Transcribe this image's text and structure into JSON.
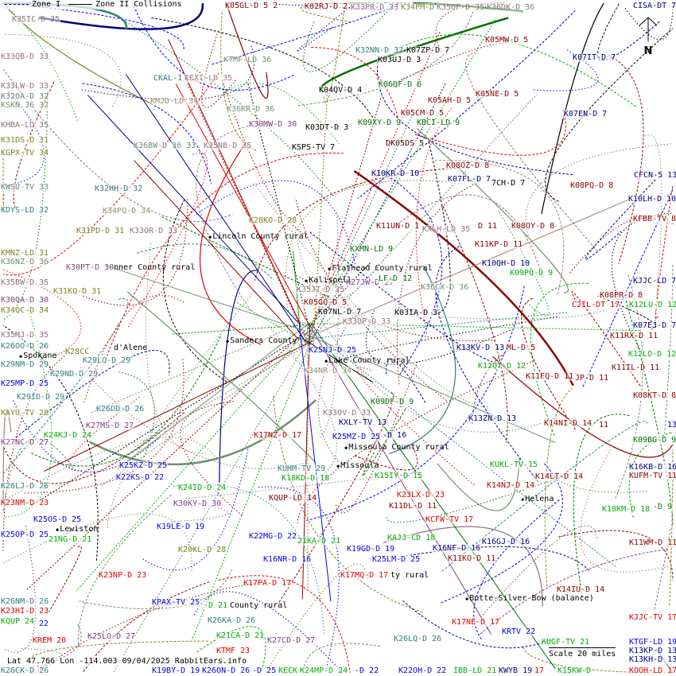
{
  "legend": {
    "zone1": "Zone I",
    "zone2": "Zone II Collisions"
  },
  "footer": "Lat 47.766 Lon -114.003 09/04/2025 RabbitEars.info",
  "scale": "Scale 20 miles",
  "compass": "N",
  "colors": {
    "darkred": "#8b0000",
    "red": "#e00000",
    "blue": "#0000ee",
    "navy": "#000080",
    "green": "#00b000",
    "darkgreen": "#007000",
    "olive": "#808020",
    "teal": "#308080",
    "purple": "#804080",
    "graygreen": "#709070",
    "mauve": "#907080",
    "black": "#000000",
    "brown": "#a08070"
  },
  "labels": [
    {
      "text": "K35IC-D 35",
      "color": "#907080"
    },
    {
      "text": "K05GL-D 5 2",
      "color": "#8b0000"
    },
    {
      "text": "K02RJ-D 2",
      "color": "#8b0000"
    },
    {
      "text": "K33QB-D 33",
      "color": "#907080"
    },
    {
      "text": "KTMF-LD 36",
      "color": "#709070"
    },
    {
      "text": "CKAL-1",
      "color": "#308080"
    },
    {
      "text": "KEXI-LD 35",
      "color": "#a08080"
    },
    {
      "text": "K33LW-D 33",
      "color": "#907080"
    },
    {
      "text": "K32OA-D 32",
      "color": "#708070"
    },
    {
      "text": "KSKN 36 32",
      "color": "#709070"
    },
    {
      "text": "KMJD-LD 34",
      "color": "#a09060"
    },
    {
      "text": "K36KR-D 36",
      "color": "#709070"
    },
    {
      "text": "K04QV-D 4",
      "color": "#000000"
    },
    {
      "text": "KHBA-LD 35",
      "color": "#907080"
    },
    {
      "text": "K30MW-D 30",
      "color": "#804080"
    },
    {
      "text": "K03DT-D 3",
      "color": "#000000"
    },
    {
      "text": "K31DS-D 31",
      "color": "#808020"
    },
    {
      "text": "K36BW-D 36 33",
      "color": "#709070"
    },
    {
      "text": "K35NB-D 35",
      "color": "#907080"
    },
    {
      "text": "KSPS-TV 7",
      "color": "#000000"
    },
    {
      "text": "KGPX-TV 34",
      "color": "#808020"
    },
    {
      "text": "KWSU-TV 33",
      "color": "#608080"
    },
    {
      "text": "K32HH-D 32",
      "color": "#308080"
    },
    {
      "text": "KDYS-LD 32",
      "color": "#308080"
    },
    {
      "text": "K34PQ-D 34",
      "color": "#909060"
    },
    {
      "text": "K28KO-D 28",
      "color": "#808020"
    },
    {
      "text": "K31PD-D 31",
      "color": "#808020"
    },
    {
      "text": "K33OR-D 33",
      "color": "#907080"
    },
    {
      "text": "KMNZ-LD 31",
      "color": "#808020"
    },
    {
      "text": "K36NZ-D 36",
      "color": "#709070"
    },
    {
      "text": "K30PT-D 30",
      "color": "#804080"
    },
    {
      "text": "K35BW-D 35",
      "color": "#907080"
    },
    {
      "text": "K31KQ-D 31",
      "color": "#808020"
    },
    {
      "text": "K30QA-D 30",
      "color": "#804080"
    },
    {
      "text": "K34QC-D 34",
      "color": "#808020"
    },
    {
      "text": "K35MJ-D 35",
      "color": "#907080"
    },
    {
      "text": "K35JT-D 35",
      "color": "#907080"
    },
    {
      "text": "K05GQ-D 5",
      "color": "#8b0000"
    },
    {
      "text": "K07NL-D 7",
      "color": "#000000"
    },
    {
      "text": "K33PR-D 33",
      "color": "#907080"
    },
    {
      "text": "K34PM-D",
      "color": "#808050"
    },
    {
      "text": "K35OF-D 35",
      "color": "#907080"
    },
    {
      "text": "K36DK-D 36",
      "color": "#907080"
    },
    {
      "text": "CISA-DT 7",
      "color": "#000080"
    },
    {
      "text": "K32NN-D 32",
      "color": "#308080"
    },
    {
      "text": "K07ZP-D 7",
      "color": "#000000"
    },
    {
      "text": "K03UJ-D 3",
      "color": "#000000"
    },
    {
      "text": "K05MW-D 5",
      "color": "#8b0000"
    },
    {
      "text": "K07IT-D 7",
      "color": "#000080"
    },
    {
      "text": "K06QF-D 6",
      "color": "#007000"
    },
    {
      "text": "K05NE-D 5",
      "color": "#8b0000"
    },
    {
      "text": "K05AH-D 5",
      "color": "#8b0000"
    },
    {
      "text": "K05CM-D 5",
      "color": "#8b0000"
    },
    {
      "text": "K07EN-D 7",
      "color": "#000080"
    },
    {
      "text": "K09XY-D 9",
      "color": "#007000"
    },
    {
      "text": "KBCI-LD 9",
      "color": "#007000"
    },
    {
      "text": "DK05DS 5",
      "color": "#400000"
    },
    {
      "text": "K08OZ-D 8",
      "color": "#8b0000"
    },
    {
      "text": "K10KR-D 10",
      "color": "#000080"
    },
    {
      "text": "K07FL-D 7",
      "color": "#000080"
    },
    {
      "text": "7CH-D 7",
      "color": "#000000"
    },
    {
      "text": "K08PQ-D 8",
      "color": "#8b0000"
    },
    {
      "text": "CFCN-5 13",
      "color": "#000080"
    },
    {
      "text": "K10LH-D 10",
      "color": "#000080"
    },
    {
      "text": "KFBB-TV 8",
      "color": "#8b0000"
    },
    {
      "text": "K11UN-D 1",
      "color": "#8b0000"
    },
    {
      "text": "KXLH-LD 35",
      "color": "#907080"
    },
    {
      "text": "D 11",
      "color": "#8b0000"
    },
    {
      "text": "K08OY-D 8",
      "color": "#8b0000"
    },
    {
      "text": "K11KP-D 11",
      "color": "#8b0000"
    },
    {
      "text": "KXMN-LD 9",
      "color": "#007000"
    },
    {
      "text": "K10QH-D 10",
      "color": "#000080"
    },
    {
      "text": "K09PQ-D 9",
      "color": "#00b000"
    },
    {
      "text": "K27JW-D 27",
      "color": "#804080"
    },
    {
      "text": "LF-D 12",
      "color": "#007000"
    },
    {
      "text": "K36CX-D 36",
      "color": "#709070"
    },
    {
      "text": "KJJC-LD 7",
      "color": "#000080"
    },
    {
      "text": "K08PR-D 8",
      "color": "#8b0000"
    },
    {
      "text": "CJIL-DT 17",
      "color": "#e00000"
    },
    {
      "text": "K12LU-D 12",
      "color": "#00b000"
    },
    {
      "text": "K03IA-D 3",
      "color": "#000000"
    },
    {
      "text": "K33OP-D 33",
      "color": "#907080"
    },
    {
      "text": "K07EJ-D 7",
      "color": "#000080"
    },
    {
      "text": "K11RX-D 11",
      "color": "#8b0000"
    },
    {
      "text": "K26OO-D 26",
      "color": "#308080"
    },
    {
      "text": "K28CC",
      "color": "#808020"
    },
    {
      "text": "K29LQ-D 29",
      "color": "#308080"
    },
    {
      "text": "K25NJ-D 25",
      "color": "#0000ee"
    },
    {
      "text": "K29NM-D 29",
      "color": "#308080"
    },
    {
      "text": "K29ND-D 29",
      "color": "#308080"
    },
    {
      "text": "K25MP-D 25",
      "color": "#0000ee"
    },
    {
      "text": "K29ID-D 29",
      "color": "#308080"
    },
    {
      "text": "K34NR-D 34",
      "color": "#909060"
    },
    {
      "text": "KAYU-TV 28",
      "color": "#808020"
    },
    {
      "text": "K26DD-D 26",
      "color": "#308080"
    },
    {
      "text": "K27MS-D 27",
      "color": "#804080"
    },
    {
      "text": "K24KJ-D 24",
      "color": "#00b000"
    },
    {
      "text": "K27NC-D 27",
      "color": "#804080"
    },
    {
      "text": "K25KZ-D 25",
      "color": "#0000ee"
    },
    {
      "text": "K22KS-D 22",
      "color": "#0000ee"
    },
    {
      "text": "K17NZ-D 17",
      "color": "#c00000"
    },
    {
      "text": "KUHM-TV 29",
      "color": "#308080"
    },
    {
      "text": "K18KD-D 18",
      "color": "#00b000"
    },
    {
      "text": "K26LJ-D 26",
      "color": "#308080"
    },
    {
      "text": "K24ID-D 24",
      "color": "#00b000"
    },
    {
      "text": "K23NM-D 23",
      "color": "#e00000"
    },
    {
      "text": "KQUP-LD 14",
      "color": "#8b0000"
    },
    {
      "text": "K30KY-D 30",
      "color": "#804080"
    },
    {
      "text": "K25OS-D 25",
      "color": "#0000ee"
    },
    {
      "text": "K19LE-D 19",
      "color": "#0000ee"
    },
    {
      "text": "K25OP-D 25",
      "color": "#0000ee"
    },
    {
      "text": "21NG-D 21",
      "color": "#00b000"
    },
    {
      "text": "K22MG-D 22",
      "color": "#0000ee"
    },
    {
      "text": "21KA-D 21",
      "color": "#00b000"
    },
    {
      "text": "K20KL-D 28",
      "color": "#808020"
    },
    {
      "text": "K16NR-D 16",
      "color": "#0000ee"
    },
    {
      "text": "K23NP-D 23",
      "color": "#e00000"
    },
    {
      "text": "K17PA-D 17",
      "color": "#e00000"
    },
    {
      "text": "KPAX-TV 25",
      "color": "#0000ee"
    },
    {
      "text": "-D 21",
      "color": "#00b000"
    },
    {
      "text": "K26NM-D 26",
      "color": "#308080"
    },
    {
      "text": "K23HI-D 23",
      "color": "#e00000"
    },
    {
      "text": "KQUP 24",
      "color": "#00b000"
    },
    {
      "text": "22",
      "color": "#0000ee"
    },
    {
      "text": "K26KA-D 26",
      "color": "#308080"
    },
    {
      "text": "KREM 20",
      "color": "#e00000"
    },
    {
      "text": "K25LO-D 27",
      "color": "#804080"
    },
    {
      "text": "K21CA-D 21",
      "color": "#00b000"
    },
    {
      "text": "K27CD-D 27",
      "color": "#804080"
    },
    {
      "text": "KTMF 23",
      "color": "#e00000"
    },
    {
      "text": "K26CK-D 26",
      "color": "#308080"
    },
    {
      "text": "K19BY-D 19",
      "color": "#0000ee"
    },
    {
      "text": "K26ON-D 26",
      "color": "#0000ee"
    },
    {
      "text": "-D 25",
      "color": "#0000ee"
    },
    {
      "text": "KECK",
      "color": "#00b000"
    },
    {
      "text": "K24MP-D 24",
      "color": "#00b000"
    },
    {
      "text": "-D 22",
      "color": "#0000ee"
    },
    {
      "text": "K13KV-D 13",
      "color": "#000080"
    },
    {
      "text": "ML-D 5",
      "color": "#8b0000"
    },
    {
      "text": "K12LO-D 12",
      "color": "#00b000"
    },
    {
      "text": "K12QT-D 12",
      "color": "#00b000"
    },
    {
      "text": "K11FQ-D 11",
      "color": "#8b0000"
    },
    {
      "text": "JP-D 11",
      "color": "#8b0000"
    },
    {
      "text": "K11IL-D 11",
      "color": "#8b0000"
    },
    {
      "text": "K08KT-D 8",
      "color": "#8b0000"
    },
    {
      "text": "K09DF-D 9",
      "color": "#007000"
    },
    {
      "text": "K13ZN-D 13",
      "color": "#000080"
    },
    {
      "text": "K14NI-D 14",
      "color": "#8b0000"
    },
    {
      "text": "11",
      "color": "#8b0000"
    },
    {
      "text": "13",
      "color": "#000080"
    },
    {
      "text": "KXLY-TV 13",
      "color": "#000080"
    },
    {
      "text": "K33OV-D 33",
      "color": "#907080"
    },
    {
      "text": "K25MZ-D 25",
      "color": "#0000ee"
    },
    {
      "text": "-D 16",
      "color": "#000080"
    },
    {
      "text": "K09BG-D 9",
      "color": "#007000"
    },
    {
      "text": "K15IY-D 15",
      "color": "#00b000"
    },
    {
      "text": "KUKL-TV 15",
      "color": "#00b000"
    },
    {
      "text": "K16KB-D 16",
      "color": "#000080"
    },
    {
      "text": "KUFM-TV 11",
      "color": "#8b0000"
    },
    {
      "text": "K14LT-D 14",
      "color": "#8b0000"
    },
    {
      "text": "K14NJ-D 14",
      "color": "#c00000"
    },
    {
      "text": "K23LX-D 23",
      "color": "#e00000"
    },
    {
      "text": "K11DL-D 11",
      "color": "#8b0000"
    },
    {
      "text": "K18KM-D 18",
      "color": "#00b000"
    },
    {
      "text": "-D 9",
      "color": "#007000"
    },
    {
      "text": "KCFW-TV 17",
      "color": "#e00000"
    },
    {
      "text": "K16GJ-D 16",
      "color": "#000080"
    },
    {
      "text": "K11WM-D 11",
      "color": "#8b0000"
    },
    {
      "text": "KAJJ-CD 18",
      "color": "#00b000"
    },
    {
      "text": "K19GD-D 19",
      "color": "#0000ee"
    },
    {
      "text": "K16NF-D 16",
      "color": "#000080"
    },
    {
      "text": "K25LM-D 25",
      "color": "#0000ee"
    },
    {
      "text": "K11KO-D 11",
      "color": "#8b0000"
    },
    {
      "text": "K17MQ-D 17",
      "color": "#e00000"
    },
    {
      "text": "K14IU-D 14",
      "color": "#8b0000"
    },
    {
      "text": "KJJC-TV 17",
      "color": "#e00000"
    },
    {
      "text": "K17NE-D 17",
      "color": "#e00000"
    },
    {
      "text": "KRTV 22",
      "color": "#0000ee"
    },
    {
      "text": "KUGF-TV 21",
      "color": "#00b000"
    },
    {
      "text": "K26LQ-D 26",
      "color": "#308080"
    },
    {
      "text": "KTGF-LD 19",
      "color": "#0000ee"
    },
    {
      "text": "K13KP-D 13",
      "color": "#000080"
    },
    {
      "text": "K13KH-D 13",
      "color": "#000080"
    },
    {
      "text": "K22OH-D 22",
      "color": "#0000ee"
    },
    {
      "text": "IBB-LD 21",
      "color": "#00b000"
    },
    {
      "text": "KWYB 19",
      "color": "#000080"
    },
    {
      "text": "17",
      "color": "#e00000"
    },
    {
      "text": "K15KW-D",
      "color": "#00b000"
    },
    {
      "text": "KOOH-LD 17",
      "color": "#e00000"
    }
  ],
  "cities": [
    "Lincoln County rural",
    "nner County rural",
    "Kalispell",
    "Flathead County rural",
    "Spokane",
    "d'Alene",
    "Sanders County",
    "Lake County rural",
    "Lewiston",
    "County rural",
    "Missoula County rural",
    "Missoula",
    "Helena",
    "ty rural",
    "Butte-Silver Bow (balance)"
  ]
}
